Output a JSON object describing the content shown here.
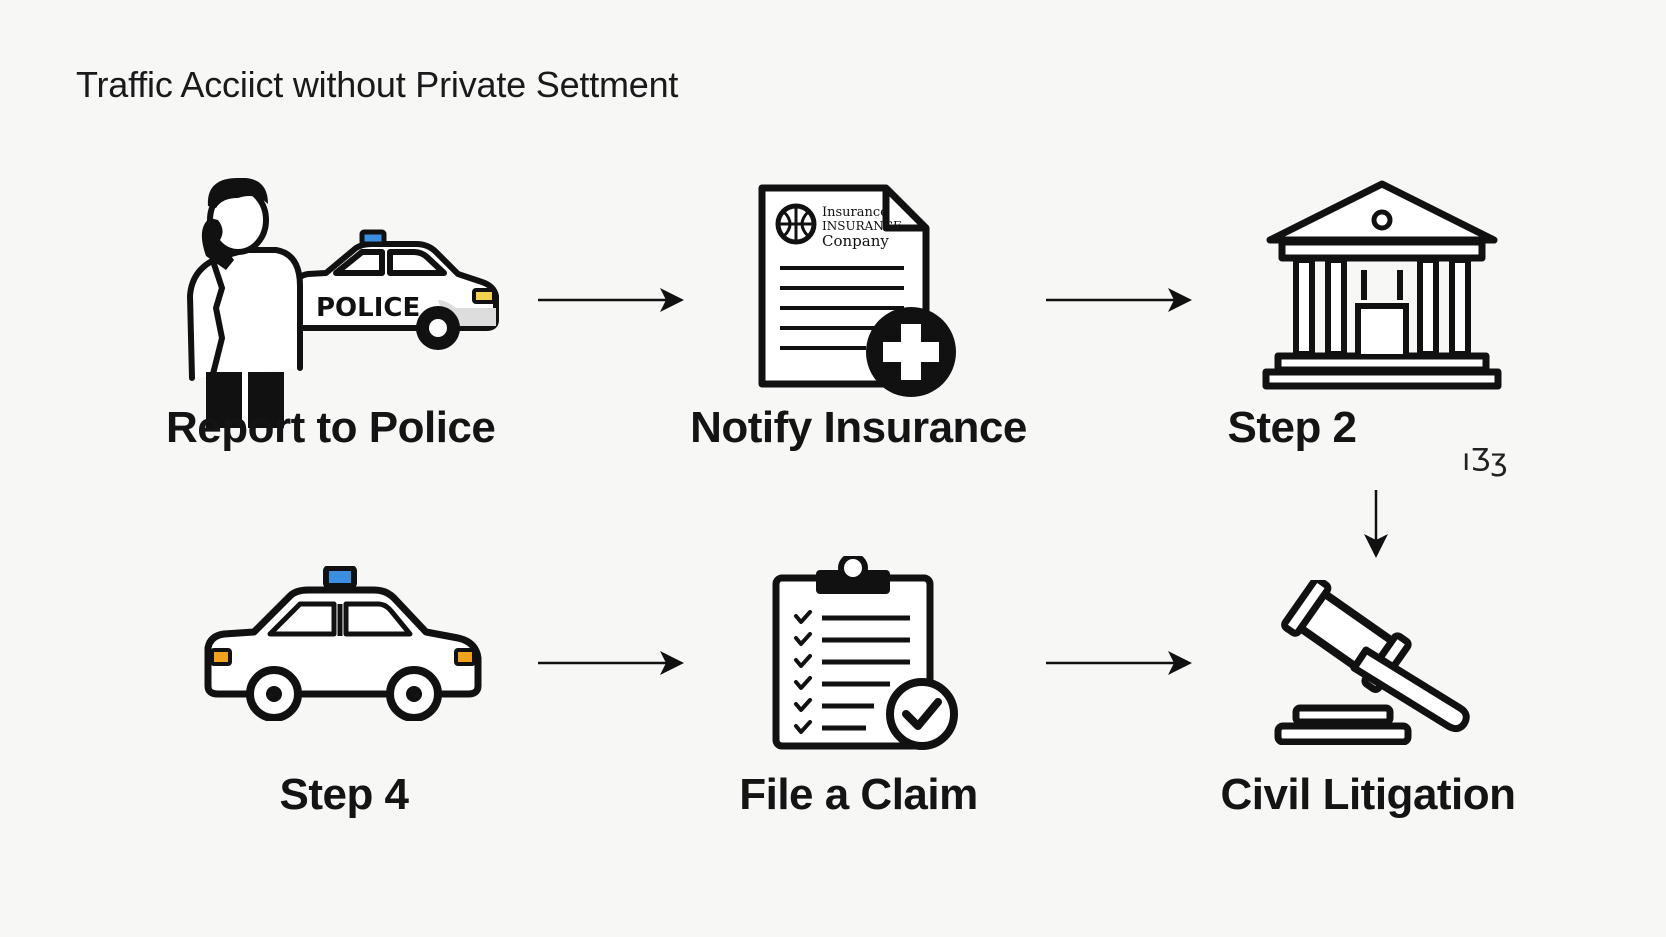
{
  "title": "Traffic Acciict without Private Settment",
  "steps": [
    {
      "label": "Report to Police",
      "icon": "person-phone-police-car-icon",
      "badge": "POLICE"
    },
    {
      "label": "Notify Insurance",
      "icon": "insurance-document-plus-icon",
      "doc_lines": [
        "Insurance",
        "INSURANCE",
        "Conpany"
      ]
    },
    {
      "label": "Step 2",
      "icon": "courthouse-icon",
      "mark": "ıƷʒ"
    },
    {
      "label": "Step 4",
      "icon": "car-icon"
    },
    {
      "label": "File a Claim",
      "icon": "clipboard-checklist-icon"
    },
    {
      "label": "Civil Litigation",
      "icon": "gavel-icon"
    }
  ],
  "colors": {
    "siren_blue": "#3b8fe0",
    "light_yellow": "#f2d24a",
    "light_orange": "#f0a21c",
    "ink": "#111111"
  }
}
